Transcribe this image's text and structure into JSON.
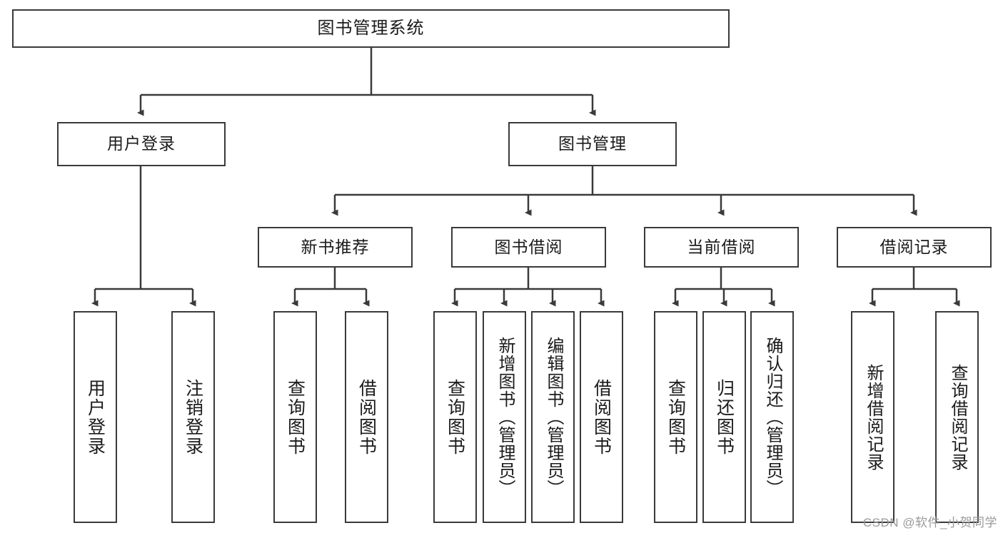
{
  "diagram": {
    "title": "图书管理系统",
    "watermark": "CSDN @软件_小贺同学",
    "colors": {
      "stroke": "#3a3a3a",
      "fill": "#ffffff",
      "text": "#1b1b1b",
      "watermark": "#9a9a9a"
    },
    "root": {
      "label": "图书管理系统"
    },
    "level2": [
      {
        "label": "用户登录"
      },
      {
        "label": "图书管理"
      }
    ],
    "level3": [
      {
        "label": "新书推荐"
      },
      {
        "label": "图书借阅"
      },
      {
        "label": "当前借阅"
      },
      {
        "label": "借阅记录"
      }
    ],
    "leaves": {
      "user_login": [
        {
          "label": "用户登录"
        },
        {
          "label": "注销登录"
        }
      ],
      "new_book": [
        {
          "label": "查询图书"
        },
        {
          "label": "借阅图书"
        }
      ],
      "borrow_book": [
        {
          "label": "查询图书"
        },
        {
          "label": "新增图书（管理员）"
        },
        {
          "label": "编辑图书（管理员）"
        },
        {
          "label": "借阅图书"
        }
      ],
      "current_borrow": [
        {
          "label": "查询图书"
        },
        {
          "label": "归还图书"
        },
        {
          "label": "确认归还（管理员）"
        }
      ],
      "borrow_record": [
        {
          "label": "新增借阅记录"
        },
        {
          "label": "查询借阅记录"
        }
      ]
    }
  }
}
